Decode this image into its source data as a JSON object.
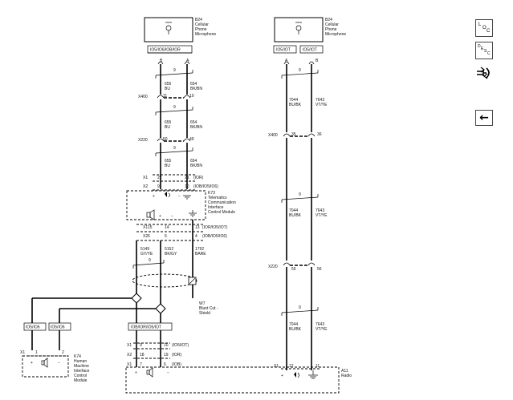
{
  "left_mic": {
    "label": "B24",
    "desc": [
      "Cellular",
      "Phone",
      "Microphone"
    ],
    "options": "IO5/IO6/IOB/IOR",
    "pins": [
      "B",
      "A"
    ],
    "twist": "9",
    "w1": {
      "circuits": [
        "655",
        "654"
      ],
      "colors": [
        "BU",
        "BK/BN"
      ]
    },
    "x400": {
      "name": "X400",
      "pins": [
        "11",
        "10"
      ]
    },
    "twist2": "9",
    "w2": {
      "circuits": [
        "655",
        "654"
      ],
      "colors": [
        "BU",
        "BK/BN"
      ]
    },
    "x220": {
      "name": "X220",
      "pins": [
        "50",
        "49"
      ]
    },
    "twist3": "9",
    "w3": {
      "circuits": [
        "655",
        "654"
      ],
      "colors": [
        "BU",
        "BK/BN"
      ]
    }
  },
  "k73": {
    "x1": {
      "name": "X1",
      "pins": [
        "22",
        "21"
      ],
      "note": "(IOR)"
    },
    "x2": {
      "name": "X2",
      "pins": [
        "9",
        "10"
      ],
      "note": "(IOB/IO5/IO6)"
    },
    "label": "K73",
    "desc": [
      "Telematics",
      "Communication",
      "Interface",
      "Control Module"
    ],
    "plus": "+",
    "minus": "−",
    "out_x1": {
      "name": "X1",
      "pins": [
        "15",
        "14",
        "13"
      ],
      "note": "(IOR/IO5/IOT)"
    },
    "out_x2": {
      "name": "X2",
      "pins": [
        "6",
        "5",
        "4"
      ],
      "note": "(IOB/IO5/IO6)"
    }
  },
  "shield": {
    "twist": "9",
    "circuits": [
      "5149",
      "5152",
      "1792"
    ],
    "colors": [
      "GY/YE",
      "BK/GY",
      "BARE"
    ],
    "w7_label": "W7",
    "w7_desc": [
      "Blunt Cut -",
      "Shield"
    ]
  },
  "options_left": [
    "IO5/IO6",
    "IO5/IO6"
  ],
  "option_mid": "IOB/IOR/IO5/IOT",
  "k74": {
    "label": "K74",
    "desc": [
      "Human",
      "Machine",
      "Interface",
      "Control",
      "Module"
    ],
    "x1": {
      "name": "X1",
      "pins": [
        "1",
        "2"
      ]
    },
    "plus": "+",
    "minus": "−"
  },
  "a11_in": {
    "x1": {
      "name": "X1",
      "pins": [
        "9",
        "10"
      ],
      "note": "(IO5/IOT)"
    },
    "x2": {
      "name": "X2",
      "pins": [
        "18",
        "19"
      ],
      "note": "(IOR)"
    },
    "x3": {
      "name": "X1",
      "pins": [
        "7",
        "6"
      ],
      "note": "(IOB)"
    }
  },
  "right_mic": {
    "label": "B24",
    "desc": [
      "Cellular",
      "Phone",
      "Microphone"
    ],
    "options": [
      "IO5/IOT",
      "IO5/IOT"
    ],
    "pins": [
      "A",
      "B"
    ],
    "twist": "9",
    "w1": {
      "circuits": [
        "7044",
        "7643"
      ],
      "colors": [
        "BU/BK",
        "VT/YE"
      ]
    },
    "x400": {
      "name": "X400",
      "pins": [
        "35",
        "36"
      ]
    },
    "twist2": "9",
    "w2": {
      "circuits": [
        "7044",
        "7643"
      ],
      "colors": [
        "BU/BK",
        "VT/YE"
      ]
    },
    "x220": {
      "name": "X220",
      "pins": [
        "55",
        "56"
      ]
    },
    "twist3": "9",
    "w3": {
      "circuits": [
        "7044",
        "7643"
      ],
      "colors": [
        "BU/BK",
        "VT/YE"
      ]
    },
    "x1": {
      "name": "X1",
      "pins": [
        "12",
        "11"
      ]
    }
  },
  "a11": {
    "label": "A11",
    "desc": [
      "Radio"
    ],
    "plus": "+",
    "minus": "−"
  },
  "toolbar": {
    "loc_label": [
      "L",
      "O",
      "C"
    ],
    "desc_label": [
      "D",
      "E",
      "S",
      "C"
    ],
    "back_glyph": "←"
  }
}
